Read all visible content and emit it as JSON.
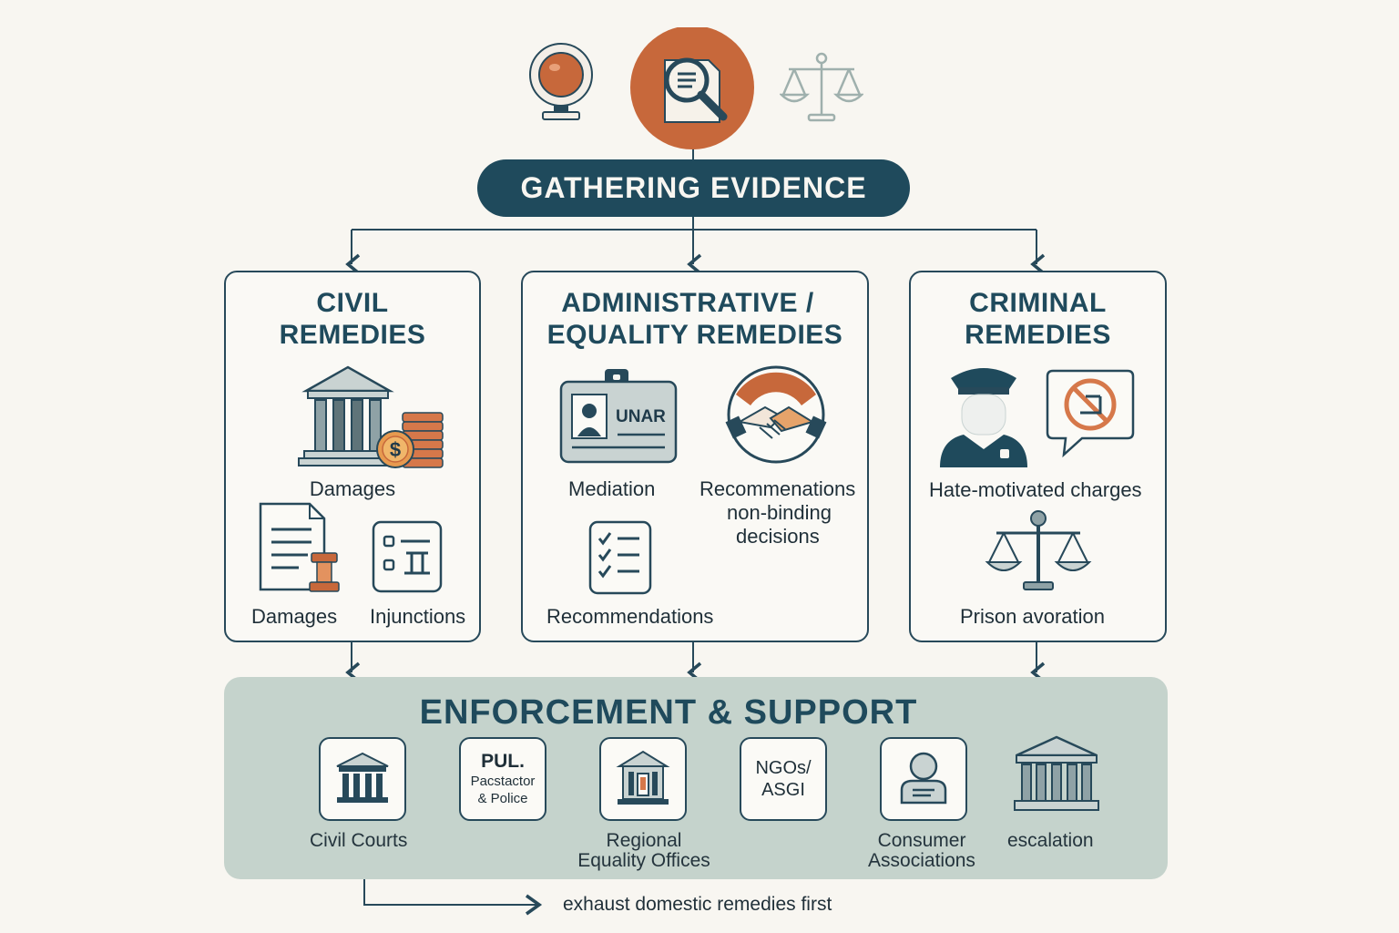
{
  "header": {
    "title": "GATHERING EVIDENCE"
  },
  "panels": {
    "civil": {
      "title_line1": "CIVIL",
      "title_line2": "REMEDIES",
      "items": [
        "Damages",
        "Damages",
        "Injunctions"
      ]
    },
    "administrative": {
      "title_line1": "ADMINISTRATIVE /",
      "title_line2": "EQUALITY REMEDIES",
      "badge_text": "UNAR",
      "items": [
        "Mediation",
        "Recommenations",
        "non-binding",
        "decisions",
        "Recommendations"
      ]
    },
    "criminal": {
      "title_line1": "CRIMINAL",
      "title_line2": "REMEDIES",
      "items": [
        "Hate-motivated charges",
        "Prison avoration"
      ]
    }
  },
  "support": {
    "title": "ENFORCEMENT & SUPPORT",
    "tiles": {
      "pul": {
        "line1": "PUL.",
        "line2": "Pacstactor",
        "line3": "& Police"
      },
      "ngos": {
        "line1": "NGOs/",
        "line2": "ASGI"
      }
    },
    "labels": {
      "civil_courts": "Civil Courts",
      "regional_line1": "Regional",
      "regional_line2": "Equality Offices",
      "consumer_line1": "Consumer",
      "consumer_line2": "Associations",
      "escalation": "escalation"
    }
  },
  "footnote": "exhaust domestic remedies first",
  "colors": {
    "navy": "#1f4a5c",
    "accent_orange": "#c7683b",
    "support_bg": "#c5d3cc",
    "page_bg": "#f8f6f1"
  },
  "icons": [
    "webcam-icon",
    "magnifier-document-icon",
    "scales-icon",
    "bank-building-icon",
    "coins-icon",
    "document-gavel-icon",
    "form-icon",
    "id-badge-icon",
    "handshake-icon",
    "checklist-icon",
    "police-officer-icon",
    "no-symbol-speech-icon",
    "justice-scales-icon",
    "courthouse-icon",
    "regional-office-icon",
    "person-card-icon",
    "building-columns-icon"
  ]
}
